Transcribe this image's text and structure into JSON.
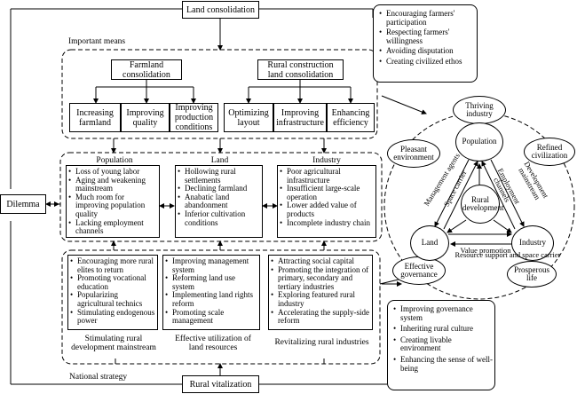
{
  "top_node": "Land consolidation",
  "important_means_label": "Important means",
  "farmland_consolidation": "Farmland consolidation",
  "rural_construction": "Rural construction land consolidation",
  "means": [
    "Increasing farmland",
    "Improving quality",
    "Improving production conditions",
    "Optimizing layout",
    "Improving infrastructure",
    "Enhancing efficiency"
  ],
  "dilemma": "Dilemma",
  "problem_cols": [
    {
      "title": "Population",
      "items": [
        "Loss of young labor",
        "Aging and weakening mainstream",
        "Much room for improving population quality",
        "Lacking employment channels"
      ]
    },
    {
      "title": "Land",
      "items": [
        "Hollowing rural settlements",
        "Declining farmland",
        "Anabatic land abandonment",
        "Inferior cultivation conditions"
      ]
    },
    {
      "title": "Industry",
      "items": [
        "Poor agricultural infrastructure",
        "Insufficient large-scale operation",
        "Lower added value of products",
        "Incomplete industry chain"
      ]
    }
  ],
  "strategy_cols": [
    {
      "items": [
        "Encouraging more rural elites to return",
        "Promoting vocational education",
        "Popularizing agricultural technics",
        "Stimulating endogenous power"
      ],
      "caption": "Stimulating rural development mainstream"
    },
    {
      "items": [
        "Improving management system",
        "Reforming land use system",
        "Implementing land rights reform",
        "Promoting scale management"
      ],
      "caption": "Effective utilization of land resources"
    },
    {
      "items": [
        "Attracting social capital",
        "Promoting the integration of primary, secondary and tertiary industries",
        "Exploring featured rural industry",
        "Accelerating the supply-side reform"
      ],
      "caption": "Revitalizing rural industries"
    }
  ],
  "national_strategy": "National strategy",
  "bottom_node": "Rural vitalization",
  "top_right_items": [
    "Encouraging farmers' participation",
    "Respecting farmers' willingness",
    "Avoiding disputation",
    "Creating civilized ethos"
  ],
  "bottom_right_items": [
    "Improving governance system",
    "Inheriting rural culture",
    "Creating livable environment",
    "Enhancing the sense of well-being"
  ],
  "outcomes": {
    "thriving": "Thriving industry",
    "pleasant": "Pleasant environment",
    "refined": "Refined civilization",
    "effective": "Effective governance",
    "prosperous": "Prosperous life"
  },
  "core": {
    "population": "Population",
    "land": "Land",
    "industry": "Industry",
    "center": "Rural development",
    "management_agents": "Management agents",
    "space_carrier": "Space carrier",
    "employment_channels": "Employment channels",
    "development_mainstream": "Development mainstream",
    "value_promotion": "Value promotion",
    "resource_support": "Resource support and space carrier"
  }
}
